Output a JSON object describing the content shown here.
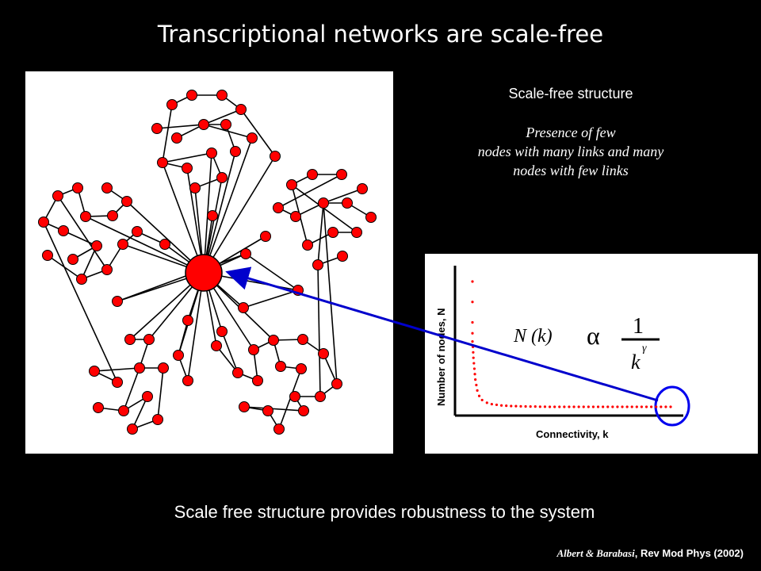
{
  "title": "Transcriptional networks are scale-free",
  "description": {
    "heading": "Scale-free structure",
    "body_lines": [
      "Presence of few",
      "nodes with many links and many",
      "nodes with few links"
    ]
  },
  "formula": {
    "lhs": "N (k)",
    "proportional": "α",
    "numerator": "1",
    "denominator": "k",
    "exponent": "γ"
  },
  "chart_data": {
    "type": "scatter",
    "xlabel": "Connectivity, k",
    "ylabel": "Number of nodes, N",
    "series": [
      {
        "color": "#ff0000",
        "points": [
          [
            1,
            100
          ],
          [
            1,
            85
          ],
          [
            1,
            70
          ],
          [
            1,
            62
          ],
          [
            1,
            56
          ],
          [
            1.1,
            52
          ],
          [
            1.15,
            48
          ],
          [
            1.2,
            44
          ],
          [
            1.3,
            40
          ],
          [
            1.4,
            36
          ],
          [
            1.5,
            32
          ],
          [
            1.6,
            28
          ],
          [
            1.8,
            24
          ],
          [
            2,
            20
          ],
          [
            2.4,
            16
          ],
          [
            3,
            13
          ],
          [
            4,
            11
          ],
          [
            5,
            10
          ],
          [
            6,
            9.5
          ],
          [
            7,
            9
          ],
          [
            8,
            8.8
          ],
          [
            9,
            8.6
          ],
          [
            10,
            8.5
          ],
          [
            11,
            8.4
          ],
          [
            12,
            8.3
          ],
          [
            13,
            8.2
          ],
          [
            14,
            8.2
          ],
          [
            15,
            8.1
          ],
          [
            16,
            8.1
          ],
          [
            17,
            8
          ],
          [
            18,
            8
          ],
          [
            19,
            8
          ],
          [
            20,
            8
          ],
          [
            21,
            8
          ],
          [
            22,
            8
          ],
          [
            23,
            8
          ],
          [
            24,
            8
          ],
          [
            25,
            8
          ],
          [
            26,
            8
          ],
          [
            27,
            8
          ],
          [
            28,
            8
          ],
          [
            29,
            8
          ],
          [
            30,
            8
          ],
          [
            31,
            8
          ],
          [
            32,
            8
          ],
          [
            33,
            8
          ],
          [
            34,
            8
          ],
          [
            35,
            8
          ],
          [
            36,
            8
          ],
          [
            37,
            8
          ],
          [
            38,
            8
          ],
          [
            39,
            8
          ],
          [
            40,
            8
          ],
          [
            41,
            8
          ],
          [
            42,
            8
          ]
        ]
      }
    ],
    "grid": false
  },
  "bottom_text": "Scale free structure provides robustness to the system",
  "citation": {
    "authors": "Albert & Barabasi",
    "rest": ", Rev Mod Phys (2002)"
  },
  "colors": {
    "background": "#000000",
    "node": "#ff0000",
    "arrow": "#0000cc",
    "text": "#ffffff"
  }
}
